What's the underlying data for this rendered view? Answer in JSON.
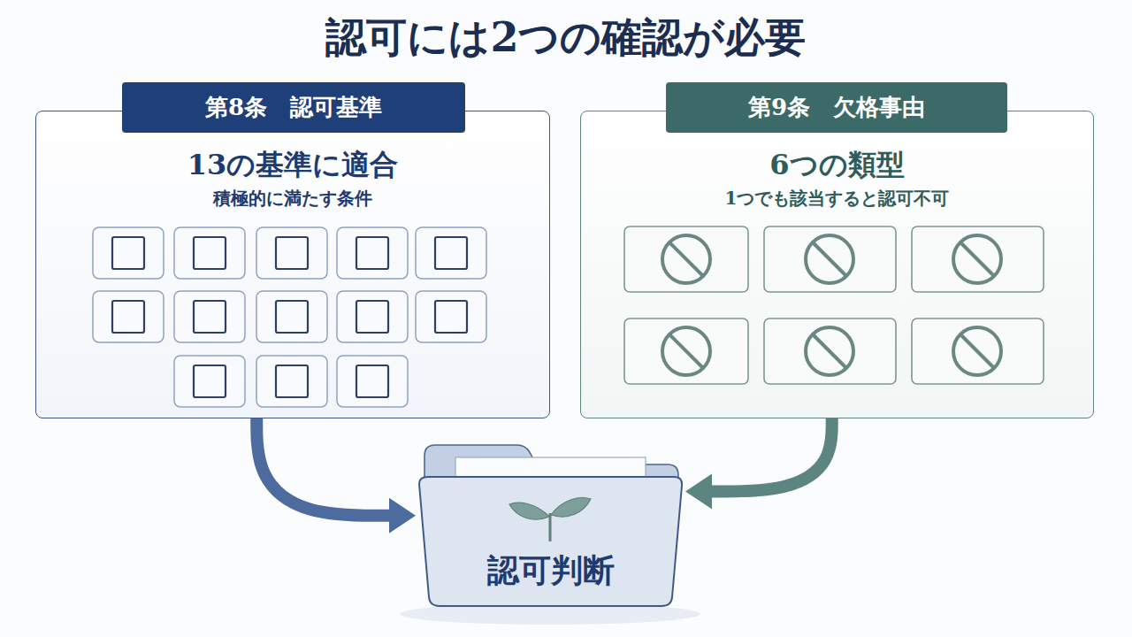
{
  "diagram": {
    "title": "認可には2つの確認が必要",
    "nodes": [
      {
        "text": [
          "第8条　認可基準",
          "13の基準に適合",
          "積極的に満たす条件"
        ]
      },
      {
        "text": [
          "第9条　欠格事由",
          "6つの類型",
          "1つでも該当すると認可不可"
        ]
      },
      {
        "text": [
          "認可判断"
        ]
      }
    ],
    "edges": [
      {
        "from": 0,
        "to": 2,
        "arrow": "to"
      },
      {
        "from": 1,
        "to": 2,
        "arrow": "to"
      }
    ]
  }
}
